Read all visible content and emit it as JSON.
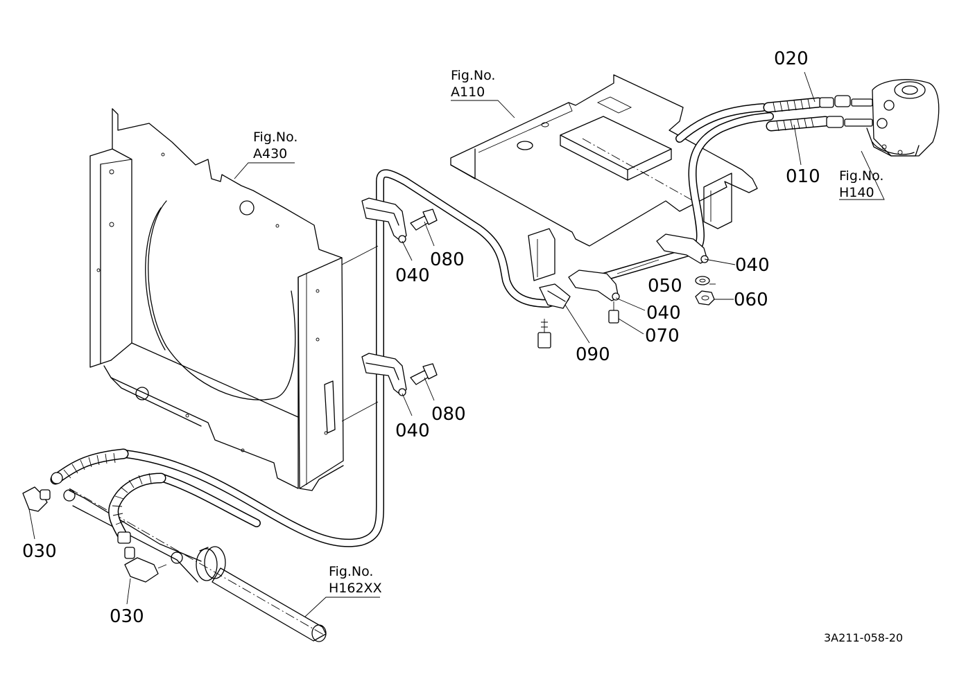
{
  "callouts": {
    "p020": "020",
    "p010": "010",
    "p040_a": "040",
    "p080_a": "080",
    "p040_b": "040",
    "p080_b": "080",
    "p040_c": "040",
    "p040_d": "040",
    "p050": "050",
    "p060": "060",
    "p070": "070",
    "p090": "090",
    "p030_a": "030",
    "p030_b": "030"
  },
  "figure_refs": {
    "a430": {
      "line1": "Fig.No.",
      "line2": "A430"
    },
    "a110": {
      "line1": "Fig.No.",
      "line2": "A110"
    },
    "h140": {
      "line1": "Fig.No.",
      "line2": "H140"
    },
    "h162xx": {
      "line1": "Fig.No.",
      "line2": "H162XX"
    }
  },
  "drawing_code": "3A211-058-20"
}
